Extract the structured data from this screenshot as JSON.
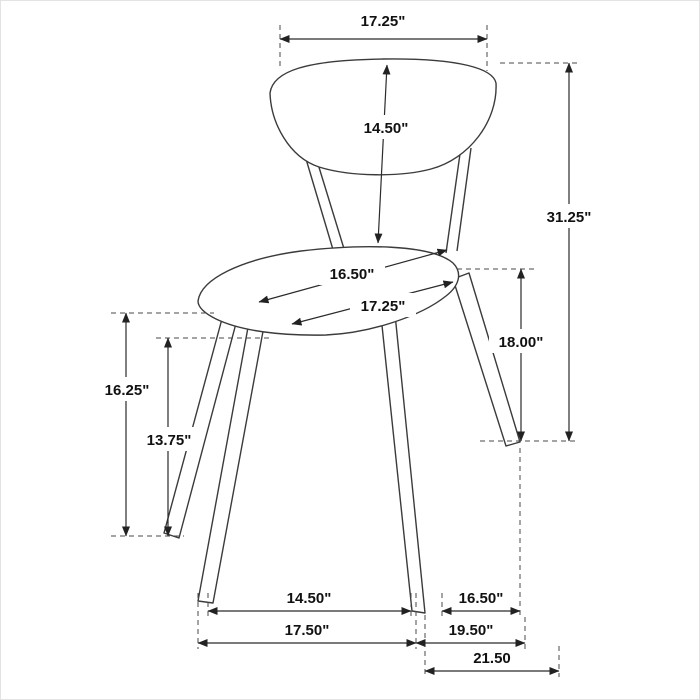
{
  "colors": {
    "line": "#3b3b3b",
    "dimension_line": "#2b2b2b",
    "background": "#ffffff",
    "border": "#e3e3e3"
  },
  "dims": {
    "backrest_width": "17.25\"",
    "backrest_height": "14.50\"",
    "overall_height": "31.25\"",
    "seat_depth": "16.50\"",
    "seat_width": "17.25\"",
    "seat_height": "18.00\"",
    "floor_to_seat_edge": "16.25\"",
    "floor_to_seat_underside": "13.75\"",
    "front_legs_inner_width": "14.50\"",
    "front_legs_outer_width": "17.50\"",
    "side_legs_inner_depth": "16.50\"",
    "side_legs_outer_depth": "19.50\"",
    "overall_depth": "21.50"
  }
}
